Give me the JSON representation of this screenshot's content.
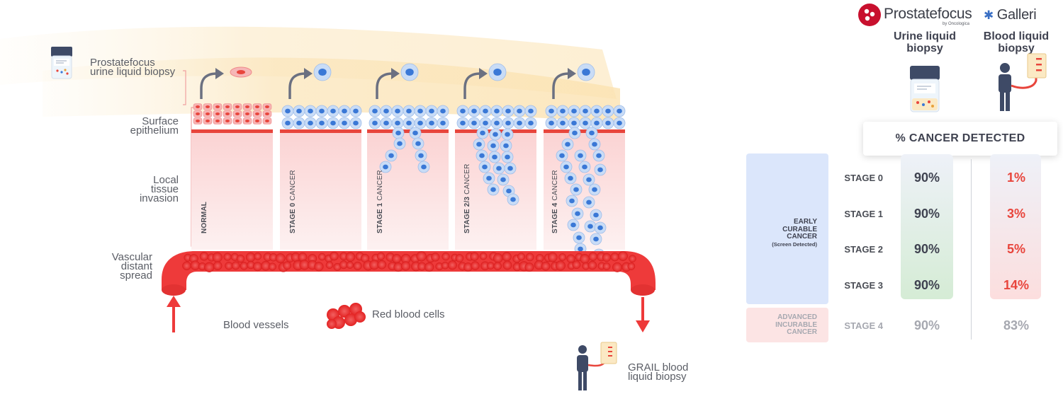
{
  "diagram": {
    "left_labels": {
      "prostatefocus_line1": "Prostatefocus",
      "prostatefocus_line2": "urine liquid biopsy",
      "surface_line1": "Surface",
      "surface_line2": "epithelium",
      "local_line1": "Local",
      "local_line2": "tissue",
      "local_line3": "invasion",
      "vascular_line1": "Vascular",
      "vascular_line2": "distant",
      "vascular_line3": "spread"
    },
    "columns": [
      {
        "bold": "NORMAL",
        "thin": ""
      },
      {
        "bold": "STAGE 0",
        "thin": " CANCER"
      },
      {
        "bold": "STAGE 1",
        "thin": " CANCER"
      },
      {
        "bold": "STAGE 2/3",
        "thin": " CANCER"
      },
      {
        "bold": "STAGE 4",
        "thin": " CANCER"
      }
    ],
    "legend": {
      "blood_vessels": "Blood vessels",
      "red_blood_cells": "Red blood cells",
      "grail_line1": "GRAIL blood",
      "grail_line2": "liquid biopsy"
    },
    "colors": {
      "tissue": "#fbe0e0",
      "basement": "#e8453c",
      "vessel": "#ee3a3a",
      "cell_blue": "#3a78d6",
      "cell_pale": "#cfe0f7",
      "wave": "#fbe9c4"
    }
  },
  "panel": {
    "brand_prostatefocus": "Prostatefocus",
    "brand_prostatefocus_sub": "by Oncologica",
    "brand_galleri": "Galleri",
    "col1_line1": "Urine liquid",
    "col1_line2": "biopsy",
    "col2_line1": "Blood liquid",
    "col2_line2": "biopsy",
    "detected_header": "% CANCER DETECTED",
    "early": {
      "line1": "EARLY",
      "line2": "CURABLE",
      "line3": "CANCER",
      "line4": "(Screen Detected)"
    },
    "advanced": {
      "line1": "ADVANCED",
      "line2": "INCURABLE",
      "line3": "CANCER"
    },
    "rows": [
      {
        "stage": "STAGE 0",
        "urine": "90%",
        "blood": "1%"
      },
      {
        "stage": "STAGE 1",
        "urine": "90%",
        "blood": "3%"
      },
      {
        "stage": "STAGE 2",
        "urine": "90%",
        "blood": "5%"
      },
      {
        "stage": "STAGE 3",
        "urine": "90%",
        "blood": "14%"
      },
      {
        "stage": "STAGE 4",
        "urine": "90%",
        "blood": "83%"
      }
    ]
  }
}
